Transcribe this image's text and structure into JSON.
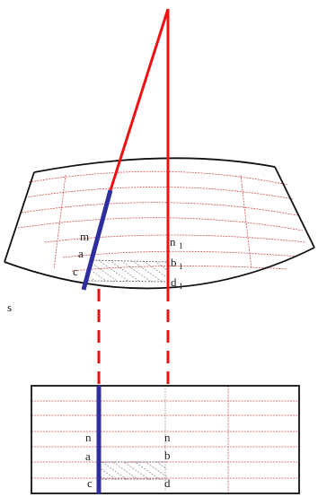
{
  "colors": {
    "projection_line": "#ee1111",
    "thick_line": "#2e2ea0",
    "grid_line": "#d05050",
    "outline": "#111111",
    "hatch": "#555555",
    "label": "#222222"
  },
  "upper_labels": {
    "m": "m",
    "a": "a",
    "c": "c",
    "n": "n",
    "n_sub": "1",
    "b": "b",
    "b_sub": "1",
    "d": "d",
    "d_sub": "1"
  },
  "lower_labels": {
    "n_left": "n",
    "a": "a",
    "c": "c",
    "n_right": "n",
    "b": "b",
    "d": "d"
  },
  "stray_mark": "s"
}
